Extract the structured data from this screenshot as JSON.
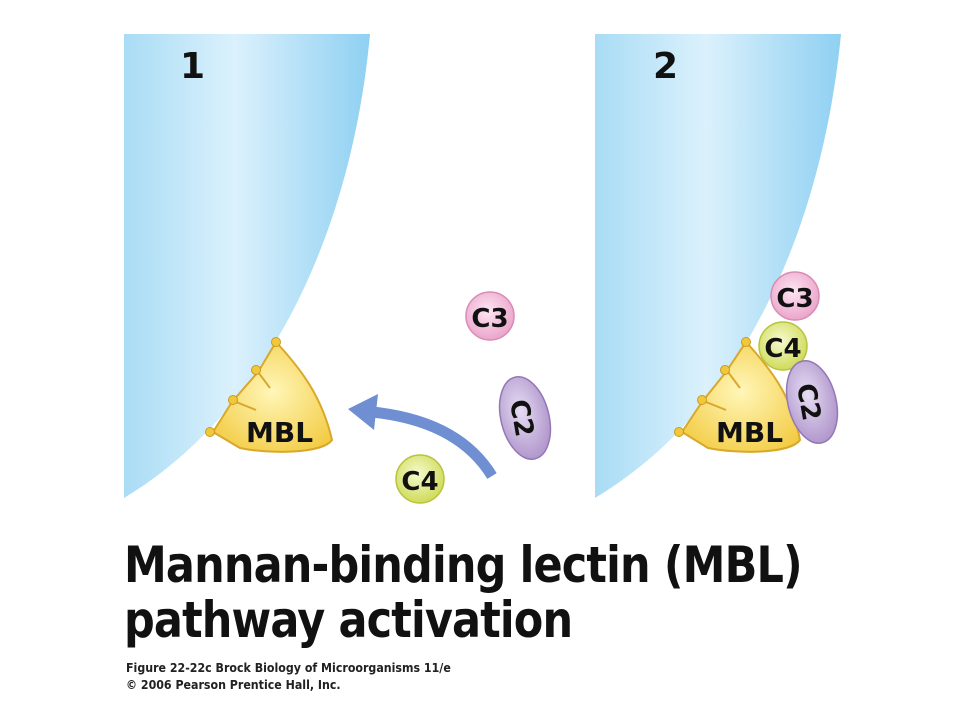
{
  "panels": [
    {
      "number": "1"
    },
    {
      "number": "2"
    }
  ],
  "molecules": {
    "mbl": "MBL",
    "c2": "C2",
    "c3": "C3",
    "c4": "C4"
  },
  "colors": {
    "cell": "#bfe6f8",
    "mbl": "#f6d24a",
    "c2": "#b89bd0",
    "c3": "#f0a8d0",
    "c4": "#d8e45a",
    "arrow": "#6f8fd2"
  },
  "title": {
    "line1": "Mannan-binding lectin (MBL)",
    "line2": "pathway activation"
  },
  "caption": {
    "line1": "Figure 22-22c  Brock Biology of Microorganisms 11/e",
    "line2": "© 2006 Pearson Prentice Hall, Inc."
  }
}
